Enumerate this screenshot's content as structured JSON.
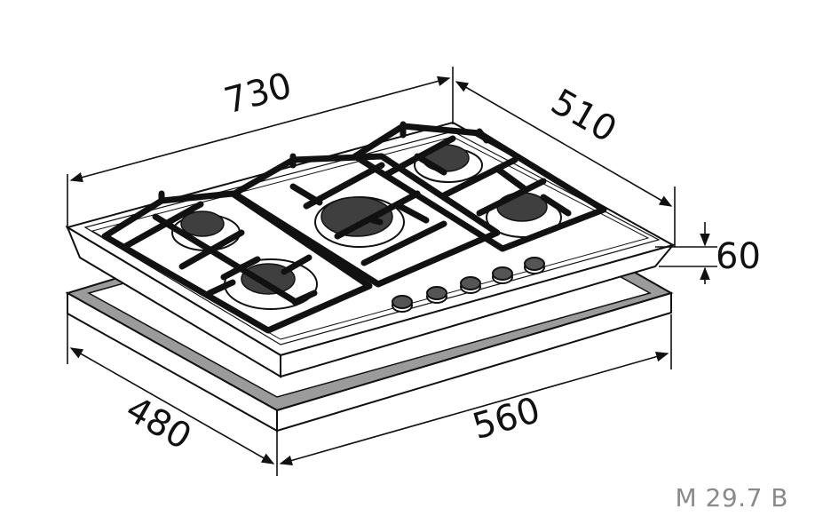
{
  "dimensions": {
    "width_top": "730",
    "depth_top": "510",
    "height": "60",
    "depth_cutout": "480",
    "width_cutout": "560"
  },
  "model": "M 29.7 B",
  "colors": {
    "line": "#111111",
    "frame_fill": "#9b9b9b",
    "burner": "#3f3f3f",
    "model_text": "#8a8a8a"
  }
}
